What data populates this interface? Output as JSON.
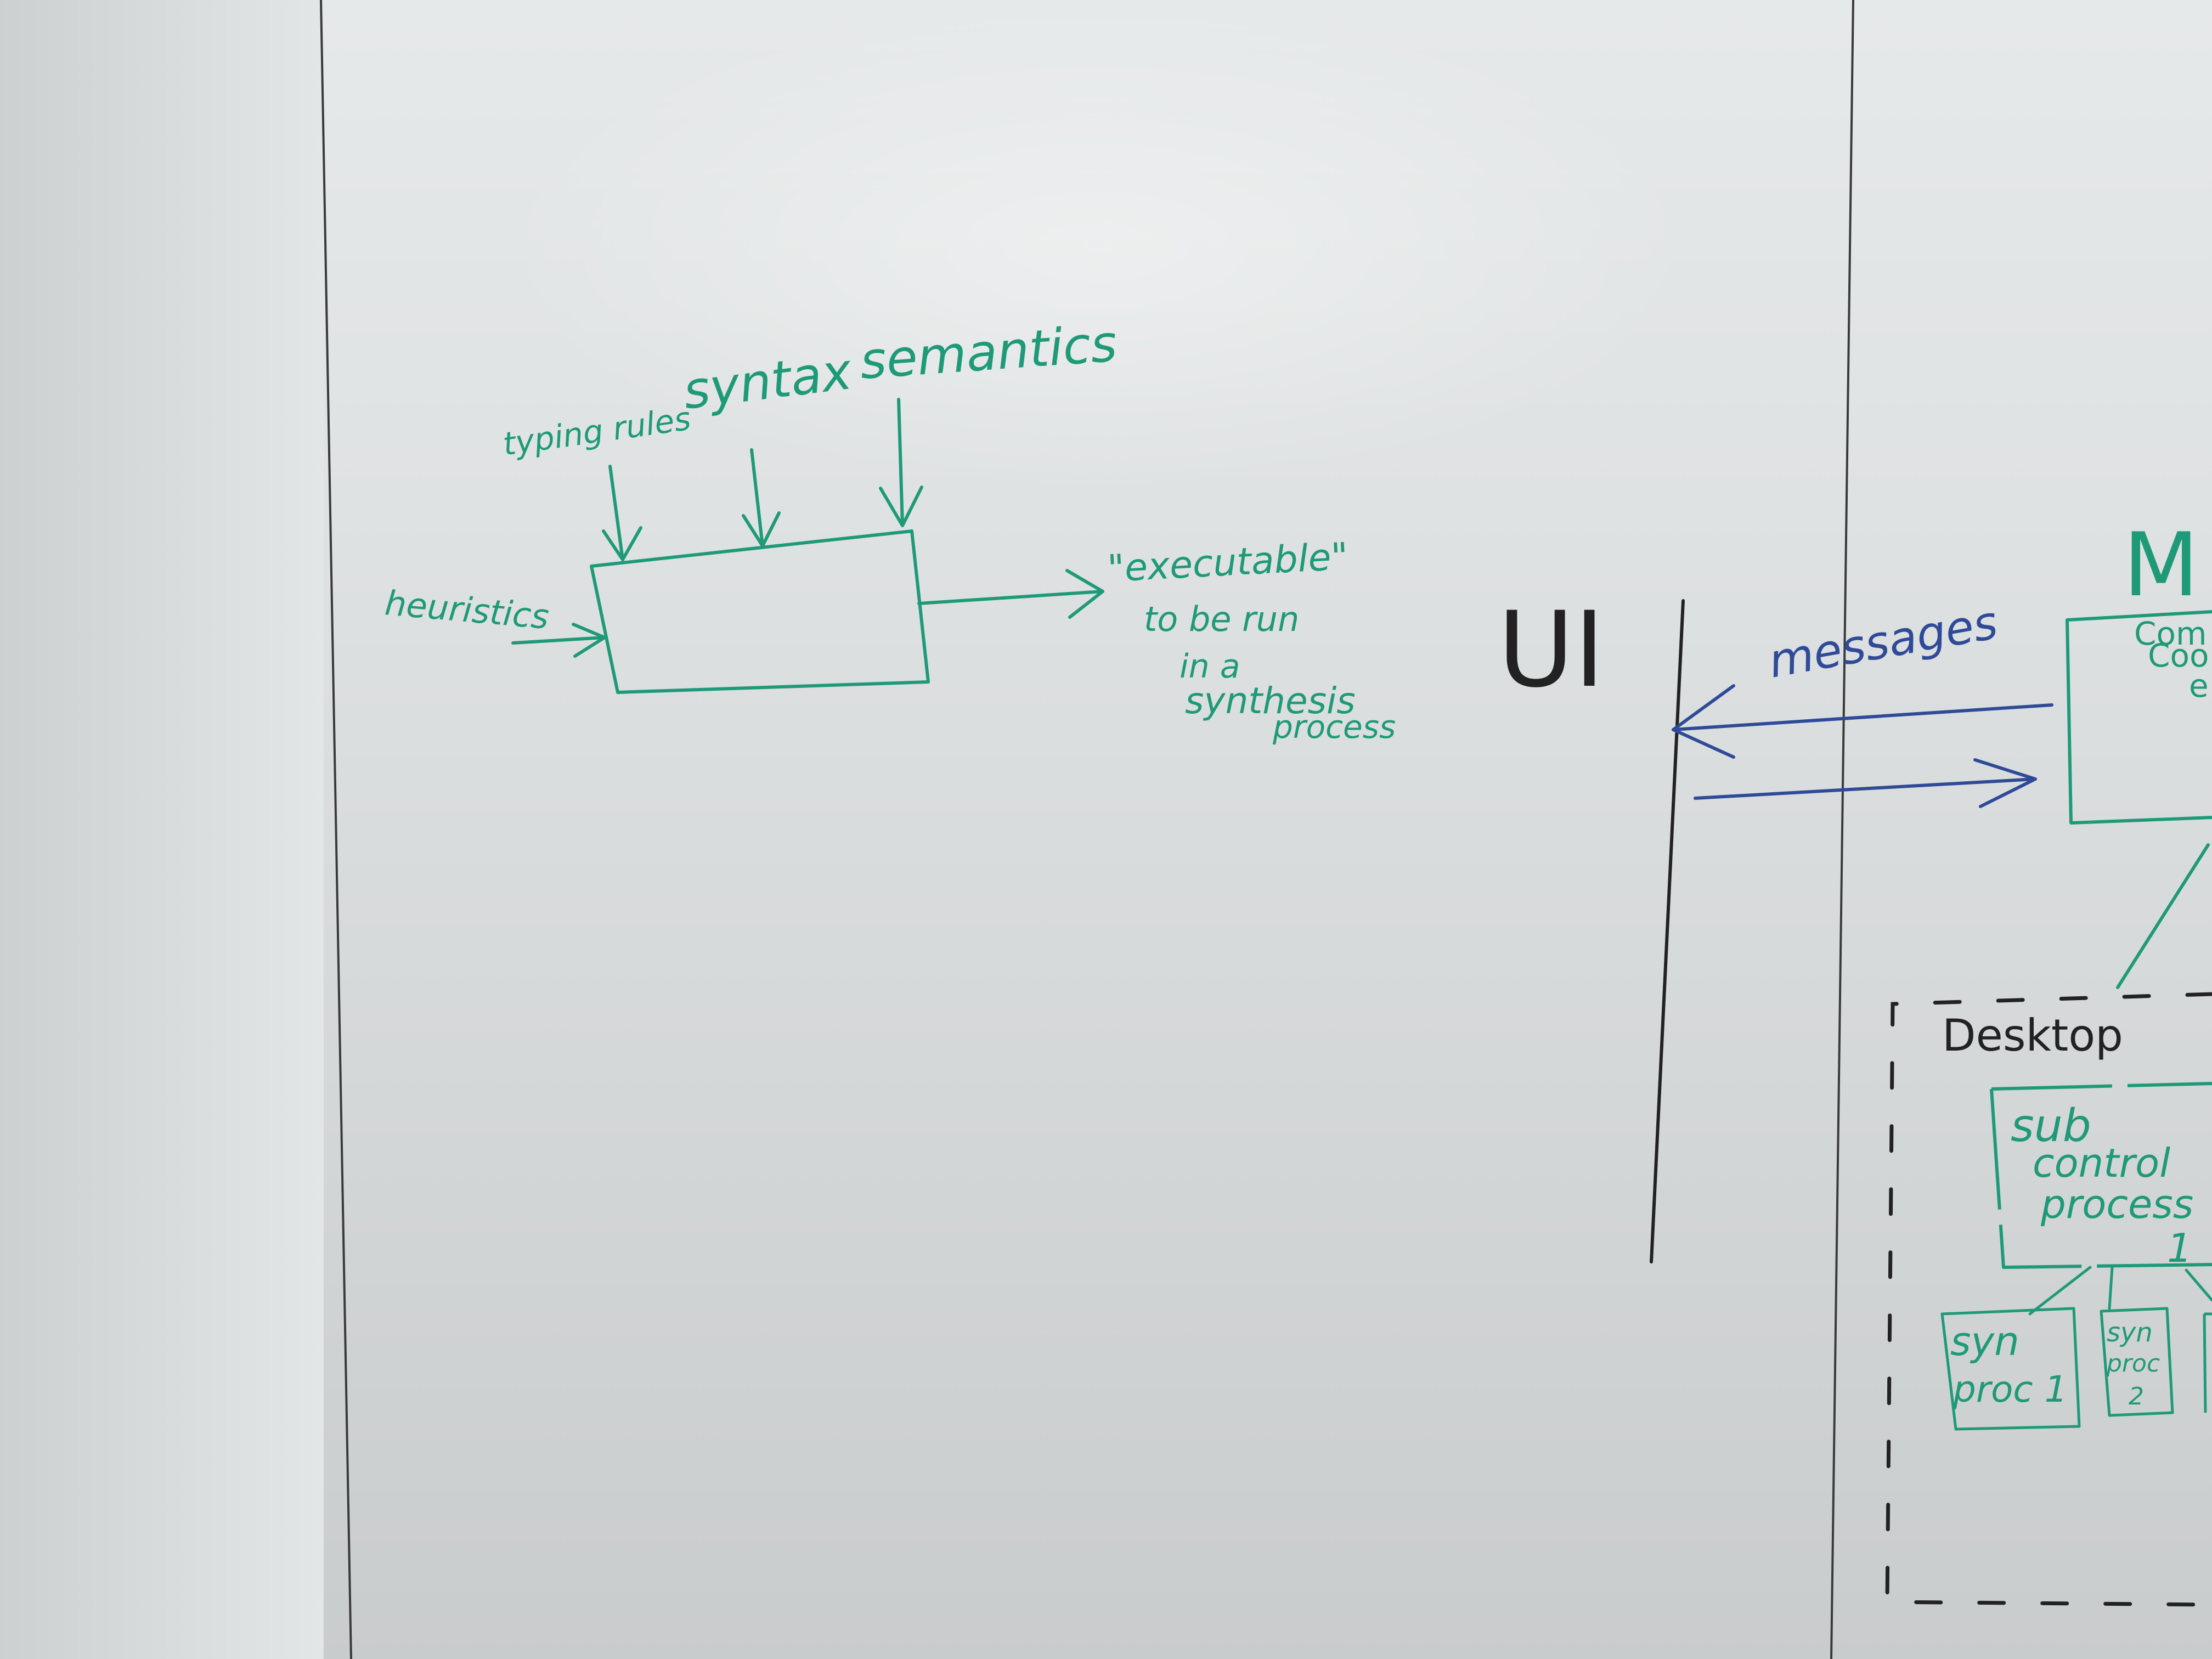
{
  "colors": {
    "marker_teal": "#1f9a78",
    "marker_blue": "#2f4b98",
    "marker_black": "#222222",
    "board": "#dfe2e3",
    "panel_seam": "#3a3a3a"
  },
  "left_diagram": {
    "inputs": {
      "typing_rules": "typing rules",
      "syntax": "syntax",
      "semantics": "semantics",
      "heuristics": "heuristics"
    },
    "output": {
      "line1": "\"executable\"",
      "line2": "to be run",
      "line3": "in a",
      "line4": "synthesis",
      "line5": "process"
    }
  },
  "right_diagram": {
    "ui_label": "UI",
    "messages_label": "messages",
    "main_partial": "M",
    "main_box_partial": [
      "Com",
      "Coo",
      "e"
    ],
    "desktop_label": "Desktop",
    "sub_control": [
      "sub",
      "control",
      "process",
      "1"
    ],
    "syn_proc_1": [
      "syn",
      "proc 1"
    ],
    "syn_proc_2": [
      "syn",
      "proc",
      "2"
    ]
  }
}
